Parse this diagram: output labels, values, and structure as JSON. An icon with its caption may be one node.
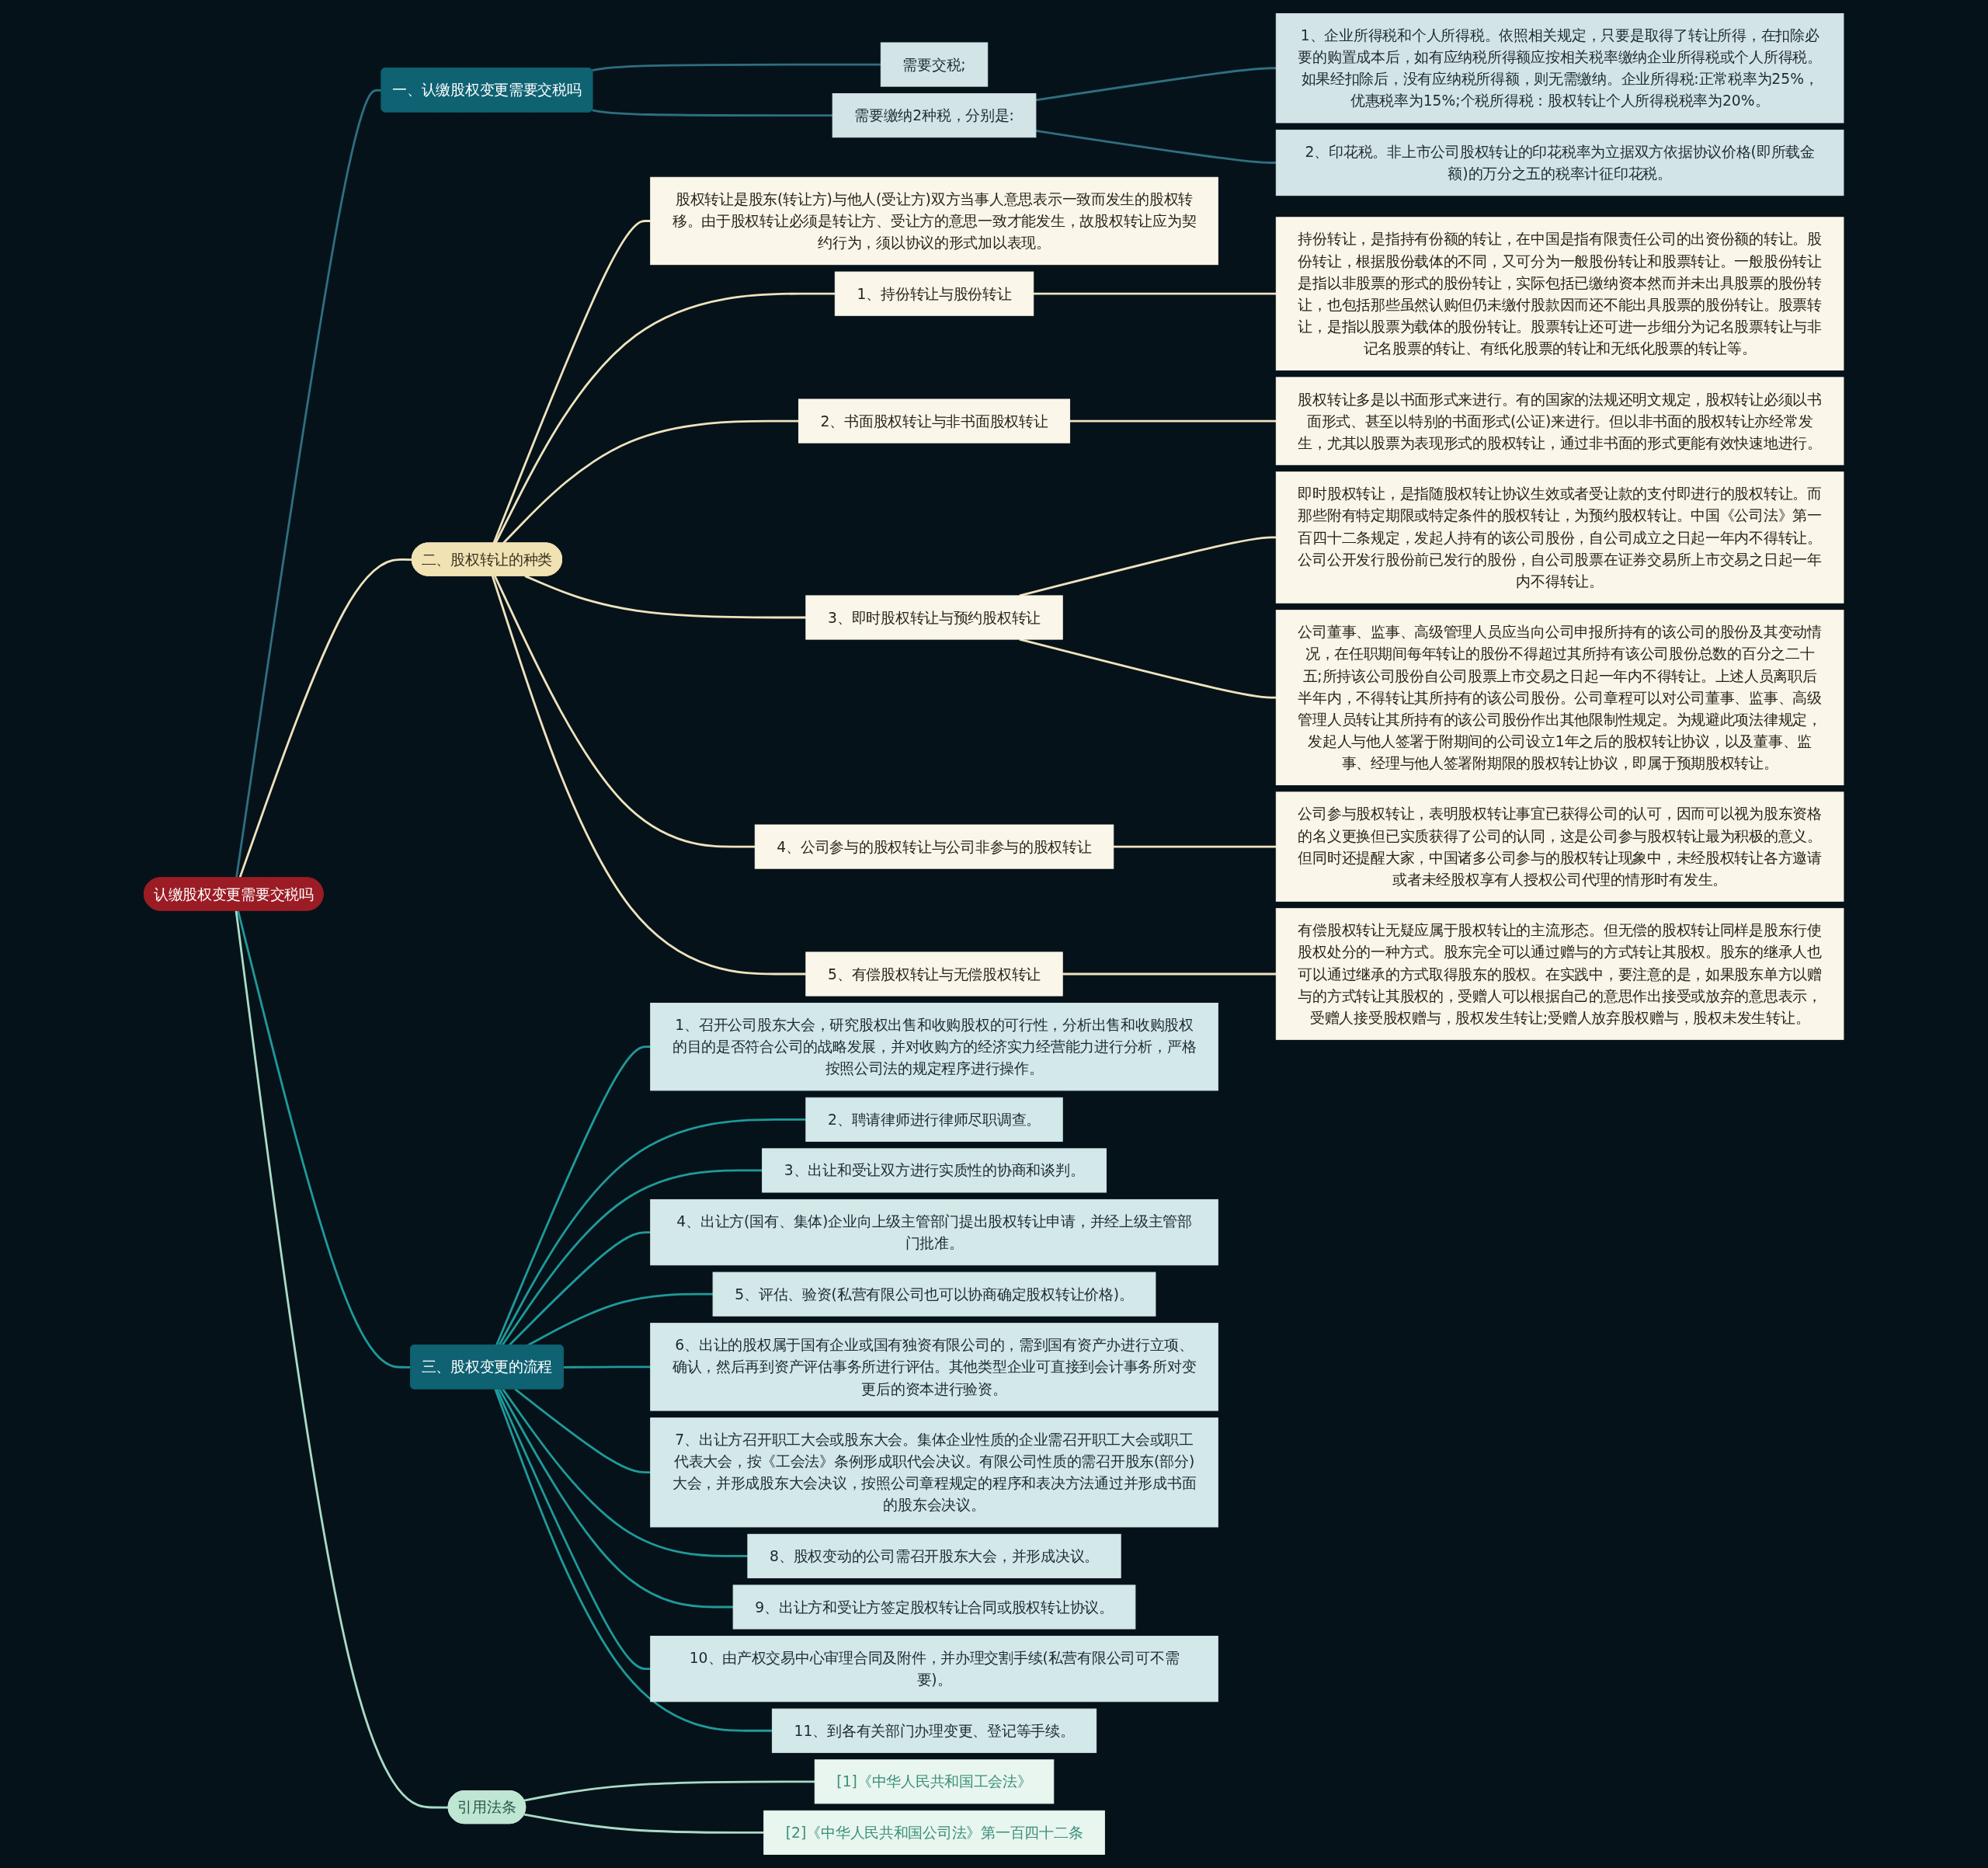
{
  "diagram": {
    "nodes": [
      {
        "text": [
          "认缴股权变更需要交税吗"
        ]
      },
      {
        "text": [
          "一、认缴股权变更需要交税吗"
        ]
      },
      {
        "text": [
          "需要交税;"
        ]
      },
      {
        "text": [
          "需要缴纳2种税，分别是:"
        ]
      },
      {
        "text": [
          "1、企业所得税和个人所得税。依照相关规定，只要是取得了转让所得，在扣除必要的购置成本后，如有应纳税所得额应按相关税率缴纳企业所得税或个人所得税。如果经扣除后，没有应纳税所得额，则无需缴纳。企业所得税:正常税率为25%，优惠税率为15%;个税所得税：股权转让个人所得税税率为20%。"
        ]
      },
      {
        "text": [
          "2、印花税。非上市公司股权转让的印花税率为立据双方依据协议价格(即所载金额)的万分之五的税率计征印花税。"
        ]
      },
      {
        "text": [
          "二、股权转让的种类"
        ]
      },
      {
        "text": [
          "股权转让是股东(转让方)与他人(受让方)双方当事人意思表示一致而发生的股权转移。由于股权转让必须是转让方、受让方的意思一致才能发生，故股权转让应为契约行为，须以协议的形式加以表现。"
        ]
      },
      {
        "text": [
          "1、持份转让与股份转让"
        ]
      },
      {
        "text": [
          "持份转让，是指持有份额的转让，在中国是指有限责任公司的出资份额的转让。股份转让，根据股份载体的不同，又可分为一般股份转让和股票转让。一般股份转让是指以非股票的形式的股份转让，实际包括已缴纳资本然而并未出具股票的股份转让，也包括那些虽然认购但仍未缴付股款因而还不能出具股票的股份转让。股票转让，是指以股票为载体的股份转让。股票转让还可进一步细分为记名股票转让与非记名股票的转让、有纸化股票的转让和无纸化股票的转让等。"
        ]
      },
      {
        "text": [
          "2、书面股权转让与非书面股权转让"
        ]
      },
      {
        "text": [
          "股权转让多是以书面形式来进行。有的国家的法规还明文规定，股权转让必须以书面形式、甚至以特别的书面形式(公证)来进行。但以非书面的股权转让亦经常发生，尤其以股票为表现形式的股权转让，通过非书面的形式更能有效快速地进行。"
        ]
      },
      {
        "text": [
          "3、即时股权转让与预约股权转让"
        ]
      },
      {
        "text": [
          "即时股权转让，是指随股权转让协议生效或者受让款的支付即进行的股权转让。而那些附有特定期限或特定条件的股权转让，为预约股权转让。中国《公司法》第一百四十二条规定，发起人持有的该公司股份，自公司成立之日起一年内不得转让。公司公开发行股份前已发行的股份，自公司股票在证券交易所上市交易之日起一年内不得转让。"
        ]
      },
      {
        "text": [
          "公司董事、监事、高级管理人员应当向公司申报所持有的该公司的股份及其变动情况，在任职期间每年转让的股份不得超过其所持有该公司股份总数的百分之二十五;所持该公司股份自公司股票上市交易之日起一年内不得转让。上述人员离职后半年内，不得转让其所持有的该公司股份。公司章程可以对公司董事、监事、高级管理人员转让其所持有的该公司股份作出其他限制性规定。为规避此项法律规定，发起人与他人签署于附期间的公司设立1年之后的股权转让协议，以及董事、监事、经理与他人签署附期限的股权转让协议，即属于预期股权转让。"
        ]
      },
      {
        "text": [
          "4、公司参与的股权转让与公司非参与的股权转让"
        ]
      },
      {
        "text": [
          "公司参与股权转让，表明股权转让事宜已获得公司的认可，因而可以视为股东资格的名义更换但已实质获得了公司的认同，这是公司参与股权转让最为积极的意义。但同时还提醒大家，中国诸多公司参与的股权转让现象中，未经股权转让各方邀请或者未经股权享有人授权公司代理的情形时有发生。"
        ]
      },
      {
        "text": [
          "5、有偿股权转让与无偿股权转让"
        ]
      },
      {
        "text": [
          "有偿股权转让无疑应属于股权转让的主流形态。但无偿的股权转让同样是股东行使股权处分的一种方式。股东完全可以通过赠与的方式转让其股权。股东的继承人也可以通过继承的方式取得股东的股权。在实践中，要注意的是，如果股东单方以赠与的方式转让其股权的，受赠人可以根据自己的意思作出接受或放弃的意思表示，受赠人接受股权赠与，股权发生转让;受赠人放弃股权赠与，股权未发生转让。"
        ]
      },
      {
        "text": [
          "三、股权变更的流程"
        ]
      },
      {
        "text": [
          "1、召开公司股东大会，研究股权出售和收购股权的可行性，分析出售和收购股权的目的是否符合公司的战略发展，并对收购方的经济实力经营能力进行分析，严格按照公司法的规定程序进行操作。"
        ]
      },
      {
        "text": [
          "2、聘请律师进行律师尽职调查。"
        ]
      },
      {
        "text": [
          "3、出让和受让双方进行实质性的协商和谈判。"
        ]
      },
      {
        "text": [
          "4、出让方(国有、集体)企业向上级主管部门提出股权转让申请，并经上级主管部门批准。"
        ]
      },
      {
        "text": [
          "5、评估、验资(私营有限公司也可以协商确定股权转让价格)。"
        ]
      },
      {
        "text": [
          "6、出让的股权属于国有企业或国有独资有限公司的，需到国有资产办进行立项、确认，然后再到资产评估事务所进行评估。其他类型企业可直接到会计事务所对变更后的资本进行验资。"
        ]
      },
      {
        "text": [
          "7、出让方召开职工大会或股东大会。集体企业性质的企业需召开职工大会或职工代表大会，按《工会法》条例形成职代会决议。有限公司性质的需召开股东(部分)大会，并形成股东大会决议，按照公司章程规定的程序和表决方法通过并形成书面的股东会决议。"
        ]
      },
      {
        "text": [
          "8、股权变动的公司需召开股东大会，并形成决议。"
        ]
      },
      {
        "text": [
          "9、出让方和受让方签定股权转让合同或股权转让协议。"
        ]
      },
      {
        "text": [
          "10、由产权交易中心审理合同及附件，并办理交割手续(私营有限公司可不需要)。"
        ]
      },
      {
        "text": [
          "11、到各有关部门办理变更、登记等手续。"
        ]
      },
      {
        "text": [
          "引用法条"
        ]
      },
      {
        "text": [
          "[1]《中华人民共和国工会法》"
        ]
      },
      {
        "text": [
          "[2]《中华人民共和国公司法》第一百四十二条"
        ]
      }
    ],
    "edges": [
      {
        "from": 0,
        "to": 1,
        "arrow": "none",
        "color": "#2e6f80"
      },
      {
        "from": 1,
        "to": 2,
        "arrow": "none",
        "color": "#2e6f80"
      },
      {
        "from": 1,
        "to": 3,
        "arrow": "none",
        "color": "#2e6f80"
      },
      {
        "from": 3,
        "to": 4,
        "arrow": "none",
        "color": "#2e6f80"
      },
      {
        "from": 3,
        "to": 5,
        "arrow": "none",
        "color": "#2e6f80"
      },
      {
        "from": 0,
        "to": 6,
        "arrow": "none"
      },
      {
        "from": 6,
        "to": 7,
        "arrow": "none"
      },
      {
        "from": 6,
        "to": 8,
        "arrow": "none"
      },
      {
        "from": 8,
        "to": 9,
        "arrow": "none"
      },
      {
        "from": 6,
        "to": 10,
        "arrow": "none"
      },
      {
        "from": 10,
        "to": 11,
        "arrow": "none"
      },
      {
        "from": 6,
        "to": 12,
        "arrow": "none"
      },
      {
        "from": 12,
        "to": 13,
        "arrow": "none"
      },
      {
        "from": 12,
        "to": 14,
        "arrow": "none"
      },
      {
        "from": 6,
        "to": 15,
        "arrow": "none"
      },
      {
        "from": 15,
        "to": 16,
        "arrow": "none"
      },
      {
        "from": 6,
        "to": 17,
        "arrow": "none"
      },
      {
        "from": 17,
        "to": 18,
        "arrow": "none"
      },
      {
        "from": 0,
        "to": 19,
        "arrow": "none",
        "color": "#1f9a9a"
      },
      {
        "from": 19,
        "to": 20,
        "arrow": "none",
        "color": "#1f9a9a"
      },
      {
        "from": 19,
        "to": 21,
        "arrow": "none",
        "color": "#1f9a9a"
      },
      {
        "from": 19,
        "to": 22,
        "arrow": "none",
        "color": "#1f9a9a"
      },
      {
        "from": 19,
        "to": 23,
        "arrow": "none",
        "color": "#1f9a9a"
      },
      {
        "from": 19,
        "to": 24,
        "arrow": "none",
        "color": "#1f9a9a"
      },
      {
        "from": 19,
        "to": 25,
        "arrow": "none",
        "color": "#1f9a9a"
      },
      {
        "from": 19,
        "to": 26,
        "arrow": "none",
        "color": "#1f9a9a"
      },
      {
        "from": 19,
        "to": 27,
        "arrow": "none",
        "color": "#1f9a9a"
      },
      {
        "from": 19,
        "to": 28,
        "arrow": "none",
        "color": "#1f9a9a"
      },
      {
        "from": 19,
        "to": 29,
        "arrow": "none",
        "color": "#1f9a9a"
      },
      {
        "from": 19,
        "to": 30,
        "arrow": "none",
        "color": "#1f9a9a"
      },
      {
        "from": 0,
        "to": 31,
        "arrow": "none",
        "color": "#a9dcc6"
      },
      {
        "from": 31,
        "to": 32,
        "arrow": "none",
        "color": "#a9dcc6"
      },
      {
        "from": 31,
        "to": 33,
        "arrow": "none",
        "color": "#a9dcc6"
      }
    ]
  }
}
